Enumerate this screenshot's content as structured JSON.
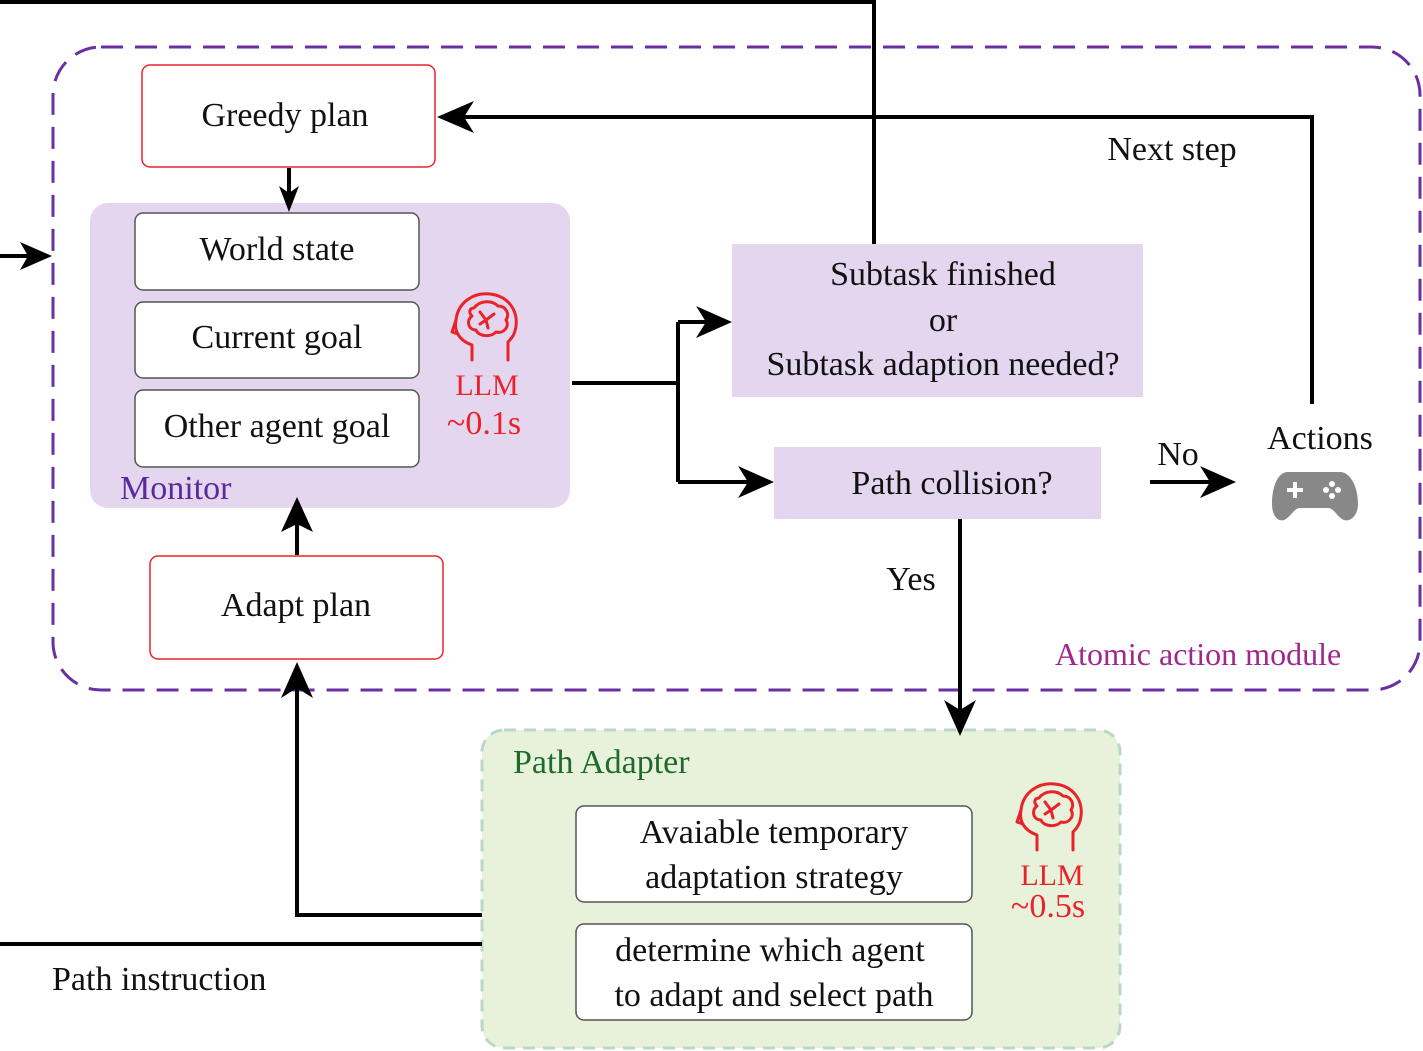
{
  "colors": {
    "module_border": "#6a2fa0",
    "monitor_fill": "#e4d6ee",
    "decision_fill": "#e4d6ee",
    "adapter_fill": "#e8f2da",
    "adapter_border": "#b9d9c6",
    "plan_border": "#e8232a",
    "llm_text": "#e8232a",
    "monitor_label": "#5a2a9a",
    "module_label": "#a0288c",
    "adapter_label": "#1f6b2e",
    "gamepad": "#888888"
  },
  "icons": {
    "llm_monitor": "brain-head-icon",
    "llm_adapter": "brain-head-icon",
    "actions": "gamepad-icon"
  },
  "module": {
    "label": "Atomic action module"
  },
  "greedy_plan": {
    "label": "Greedy plan"
  },
  "monitor": {
    "label": "Monitor",
    "items": [
      "World state",
      "Current goal",
      "Other agent goal"
    ],
    "llm": {
      "label": "LLM",
      "latency": "~0.1s"
    }
  },
  "adapt_plan": {
    "label": "Adapt plan"
  },
  "subtask_check": {
    "lines": [
      "Subtask finished",
      "or",
      "Subtask adaption needed?"
    ]
  },
  "path_collision": {
    "label": "Path collision?"
  },
  "edges": {
    "next_step": "Next step",
    "no": "No",
    "yes": "Yes",
    "path_instruction": "Path instruction"
  },
  "actions": {
    "label": "Actions"
  },
  "path_adapter": {
    "label": "Path Adapter",
    "items": [
      {
        "lines": [
          "Avaiable temporary",
          "adaptation strategy"
        ]
      },
      {
        "lines": [
          "determine which agent",
          "to adapt and select path"
        ]
      }
    ],
    "llm": {
      "label": "LLM",
      "latency": "~0.5s"
    }
  }
}
